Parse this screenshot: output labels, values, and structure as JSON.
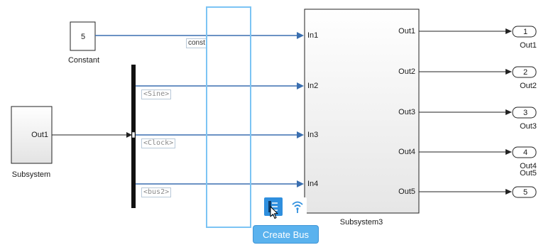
{
  "blocks": {
    "constant": {
      "value": "5",
      "name": "Constant"
    },
    "subsystem": {
      "port_label": "Out1",
      "name": "Subsystem"
    },
    "subsystem3": {
      "name": "Subsystem3",
      "inputs": [
        "In1",
        "In2",
        "In3",
        "In4"
      ],
      "outputs": [
        "Out1",
        "Out2",
        "Out3",
        "Out4",
        "Out5"
      ]
    }
  },
  "outports": [
    {
      "number": "1",
      "name": "Out1"
    },
    {
      "number": "2",
      "name": "Out2"
    },
    {
      "number": "3",
      "name": "Out3"
    },
    {
      "number": "4",
      "name": "Out4"
    },
    {
      "number": "5",
      "name": "Out5"
    }
  ],
  "signal_labels": {
    "const": "const",
    "sine": "<Sine>",
    "clock": "<Clock>",
    "bus2": "<bus2>"
  },
  "action_bar": {
    "tooltip": "Create Bus",
    "icons": [
      "create-bus-icon",
      "broadcast-icon"
    ]
  },
  "colors": {
    "signal_line": "#3a6fb0",
    "selection": "#7cc4f4",
    "tooltip_bg": "#5ab2ee",
    "icon_bg": "#2f8fde"
  }
}
